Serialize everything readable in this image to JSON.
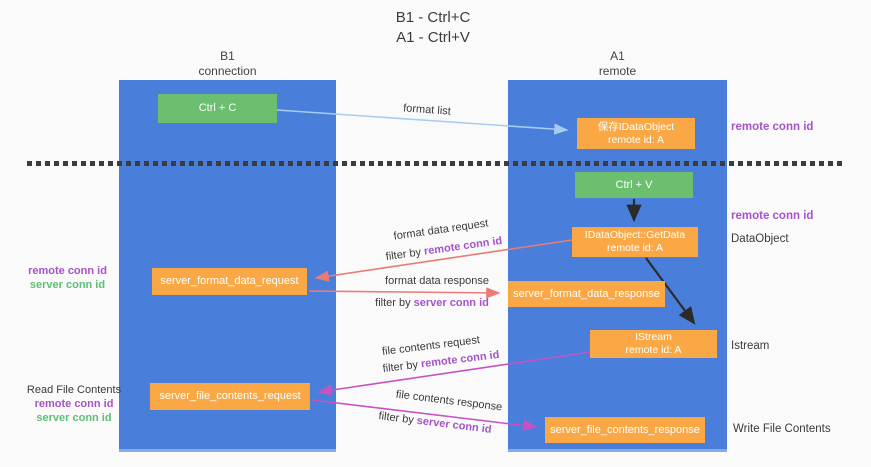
{
  "title": {
    "line1": "B1 - Ctrl+C",
    "line2": "A1 - Ctrl+V"
  },
  "lifelines": {
    "left": {
      "title": "B1",
      "subtitle": "connection"
    },
    "right": {
      "title": "A1",
      "subtitle": "remote"
    }
  },
  "boxes": {
    "ctrl_c": {
      "label": "Ctrl + C"
    },
    "save_idataobject": {
      "line1": "保存IDataObject",
      "line2": "remote id: A"
    },
    "ctrl_v": {
      "label": "Ctrl + V"
    },
    "getdata": {
      "line1": "IDataObject::GetData",
      "line2": "remote id: A"
    },
    "server_format_data_request": {
      "label": "server_format_data_request"
    },
    "server_format_data_response": {
      "label": "server_format_data_response"
    },
    "istream": {
      "line1": "IStream",
      "line2": "remote id: A"
    },
    "server_file_contents_request": {
      "label": "server_file_contents_request"
    },
    "server_file_contents_response": {
      "label": "server_file_contents_response"
    }
  },
  "arrow_labels": {
    "format_list": "format list",
    "format_data_request": "format data request",
    "format_data_response": "format data response",
    "file_contents_request": "file contents request",
    "file_contents_response": "file contents response",
    "filter_by": "filter by",
    "remote_conn_id": "remote conn id",
    "server_conn_id": "server conn id"
  },
  "side_labels": {
    "right_remote_conn_id_top": "remote conn id",
    "right_remote_conn_id_mid": "remote conn id",
    "dataobject": "DataObject",
    "istream": "Istream",
    "write_file_contents": "Write File Contents",
    "left_remote_conn_id_top": "remote conn id",
    "left_server_conn_id_top": "server conn id",
    "read_file_contents": "Read File Contents",
    "left_remote_conn_id_bottom": "remote conn id",
    "left_server_conn_id_bottom": "server conn id"
  },
  "colors": {
    "column_blue": "#4a7edb",
    "box_green": "#6dbf70",
    "box_orange": "#f9a845",
    "arrow_blue": "#a5cdf0",
    "arrow_red": "#e97c74",
    "arrow_magenta": "#c653c1",
    "arrow_black": "#2b2b2b",
    "text_purple": "#a653c8",
    "text_green": "#5fbf77"
  }
}
